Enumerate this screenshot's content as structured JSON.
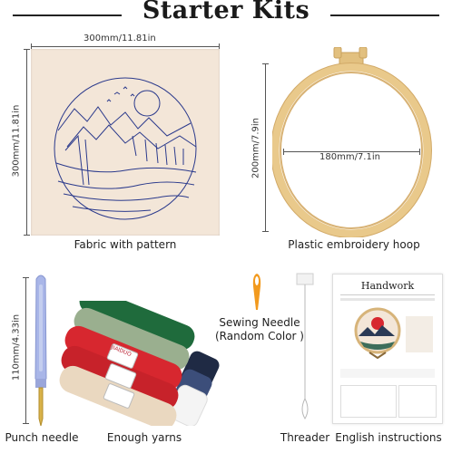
{
  "title": "Starter Kits",
  "fabric": {
    "width_label": "300mm/11.81in",
    "height_label": "300mm/11.81in",
    "caption": "Fabric with pattern"
  },
  "hoop": {
    "height_label": "200mm/7.9in",
    "width_label": "180mm/7.1in",
    "caption": "Plastic embroidery hoop"
  },
  "needle": {
    "length_label": "110mm/4.33in",
    "caption": "Punch needle"
  },
  "yarns": {
    "caption": "Enough yarns",
    "label_text": "JIAIDUO"
  },
  "sewing_needle": {
    "caption_line1": "Sewing Needle",
    "caption_line2": "(Random  Color )"
  },
  "threader": {
    "caption": "Threader"
  },
  "manual": {
    "heading": "Handwork",
    "caption": "English instructions"
  },
  "colors": {
    "fabric": "#f3e6d8",
    "pattern": "#2b3a8c",
    "hoop": "#e9c98b",
    "punch_needle": "#a9b6e8"
  }
}
